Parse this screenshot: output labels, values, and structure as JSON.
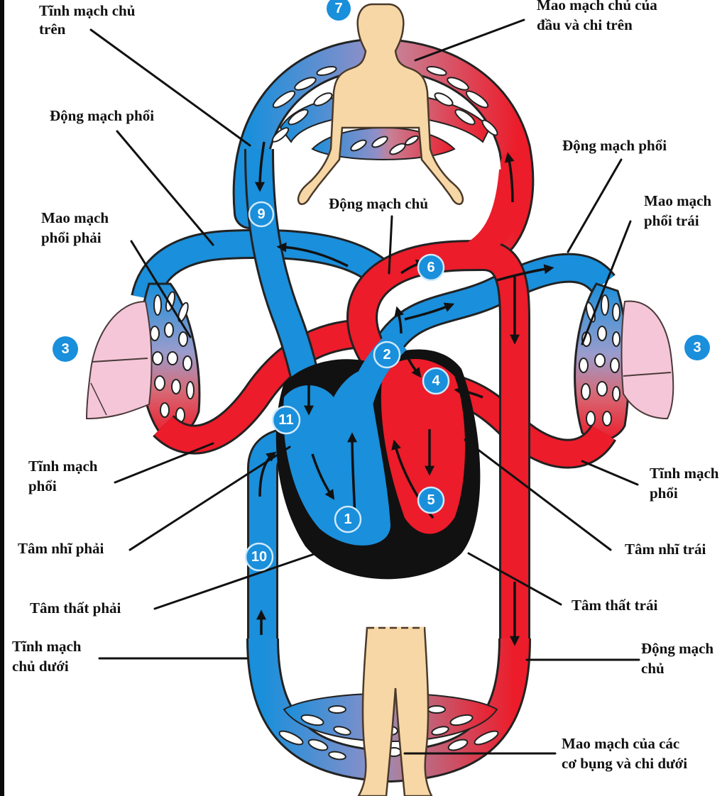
{
  "diagram": {
    "topic": "Hệ tuần hoàn máu (vòng tuần hoàn lớn và vòng tuần hoàn nhỏ)",
    "colors": {
      "oxygen_poor_blood": "#1a8fdb",
      "oxygen_rich_blood": "#ec1c2a",
      "heart_wall": "#111111",
      "body_skin": "#f7d7a6",
      "lung": "#f5c6d8",
      "marker": "#1a8fdb"
    },
    "labels": {
      "superior_vena_cava": [
        "Tĩnh mạch chủ",
        "trên"
      ],
      "head_capillaries": [
        "Mao mạch chủ của",
        "đầu và chi trên"
      ],
      "pulmonary_artery_left": [
        "Động mạch phổi"
      ],
      "pulmonary_artery_right": [
        "Động mạch phổi"
      ],
      "aorta_top": [
        "Động mạch chủ"
      ],
      "right_lung_capillaries": [
        "Mao mạch",
        "phổi phải"
      ],
      "left_lung_capillaries": [
        "Mao mạch",
        "phổi trái"
      ],
      "pulmonary_vein_left": [
        "Tĩnh mạch",
        "phổi"
      ],
      "pulmonary_vein_right": [
        "Tĩnh mạch",
        "phổi"
      ],
      "right_atrium": [
        "Tâm nhĩ phải"
      ],
      "left_atrium": [
        "Tâm nhĩ trái"
      ],
      "right_ventricle": [
        "Tâm thất phải"
      ],
      "left_ventricle": [
        "Tâm thất trái"
      ],
      "inferior_vena_cava": [
        "Tĩnh mạch",
        "chủ dưới"
      ],
      "aorta_bottom": [
        "Động mạch",
        "chủ"
      ],
      "lower_capillaries": [
        "Mao mạch của các",
        "cơ bụng và chi dưới"
      ]
    },
    "markers": [
      "1",
      "2",
      "3",
      "3",
      "4",
      "5",
      "6",
      "7",
      "9",
      "10",
      "11"
    ]
  }
}
